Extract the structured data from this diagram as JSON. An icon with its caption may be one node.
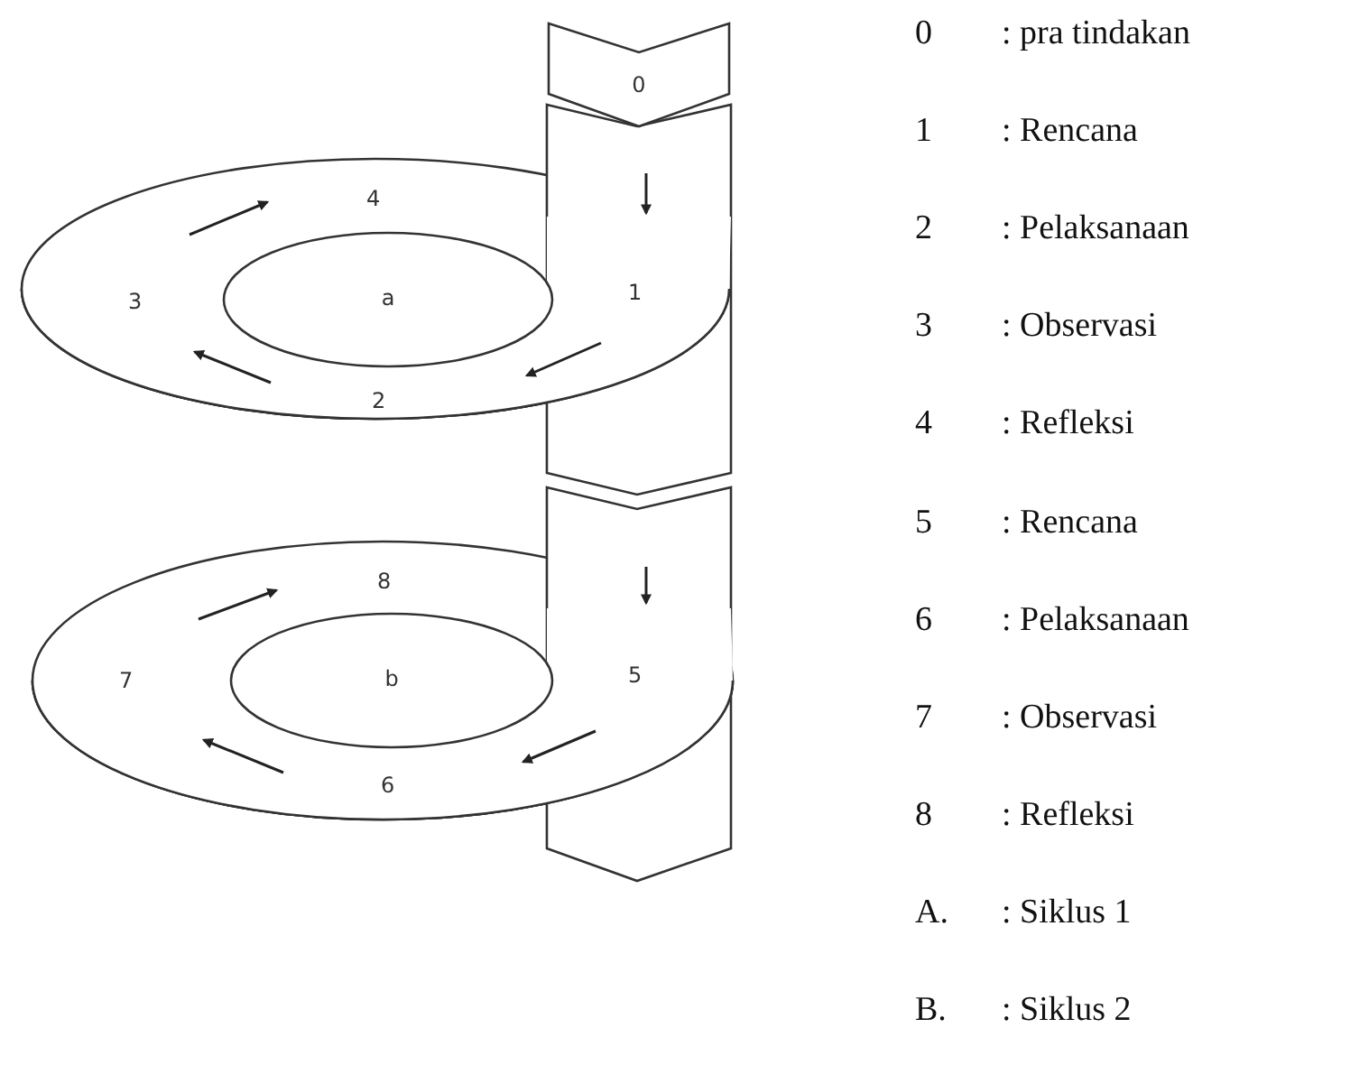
{
  "diagram": {
    "nodes": [
      {
        "text": [
          "0"
        ]
      },
      {
        "text": [
          "a"
        ]
      },
      {
        "text": [
          "b"
        ]
      }
    ],
    "labels": [
      "4",
      "3",
      "1",
      "2",
      "8",
      "7",
      "5",
      "6",
      "0",
      ": pra tindakan",
      "1",
      ": Rencana",
      "2",
      ": Pelaksanaan",
      "3",
      ": Observasi",
      "4",
      ": Refleksi",
      "5",
      ": Rencana",
      "6",
      ": Pelaksanaan",
      "7",
      ": Observasi",
      "8",
      ": Refleksi",
      "A.",
      ": Siklus 1",
      "B.",
      ": Siklus 2"
    ]
  }
}
